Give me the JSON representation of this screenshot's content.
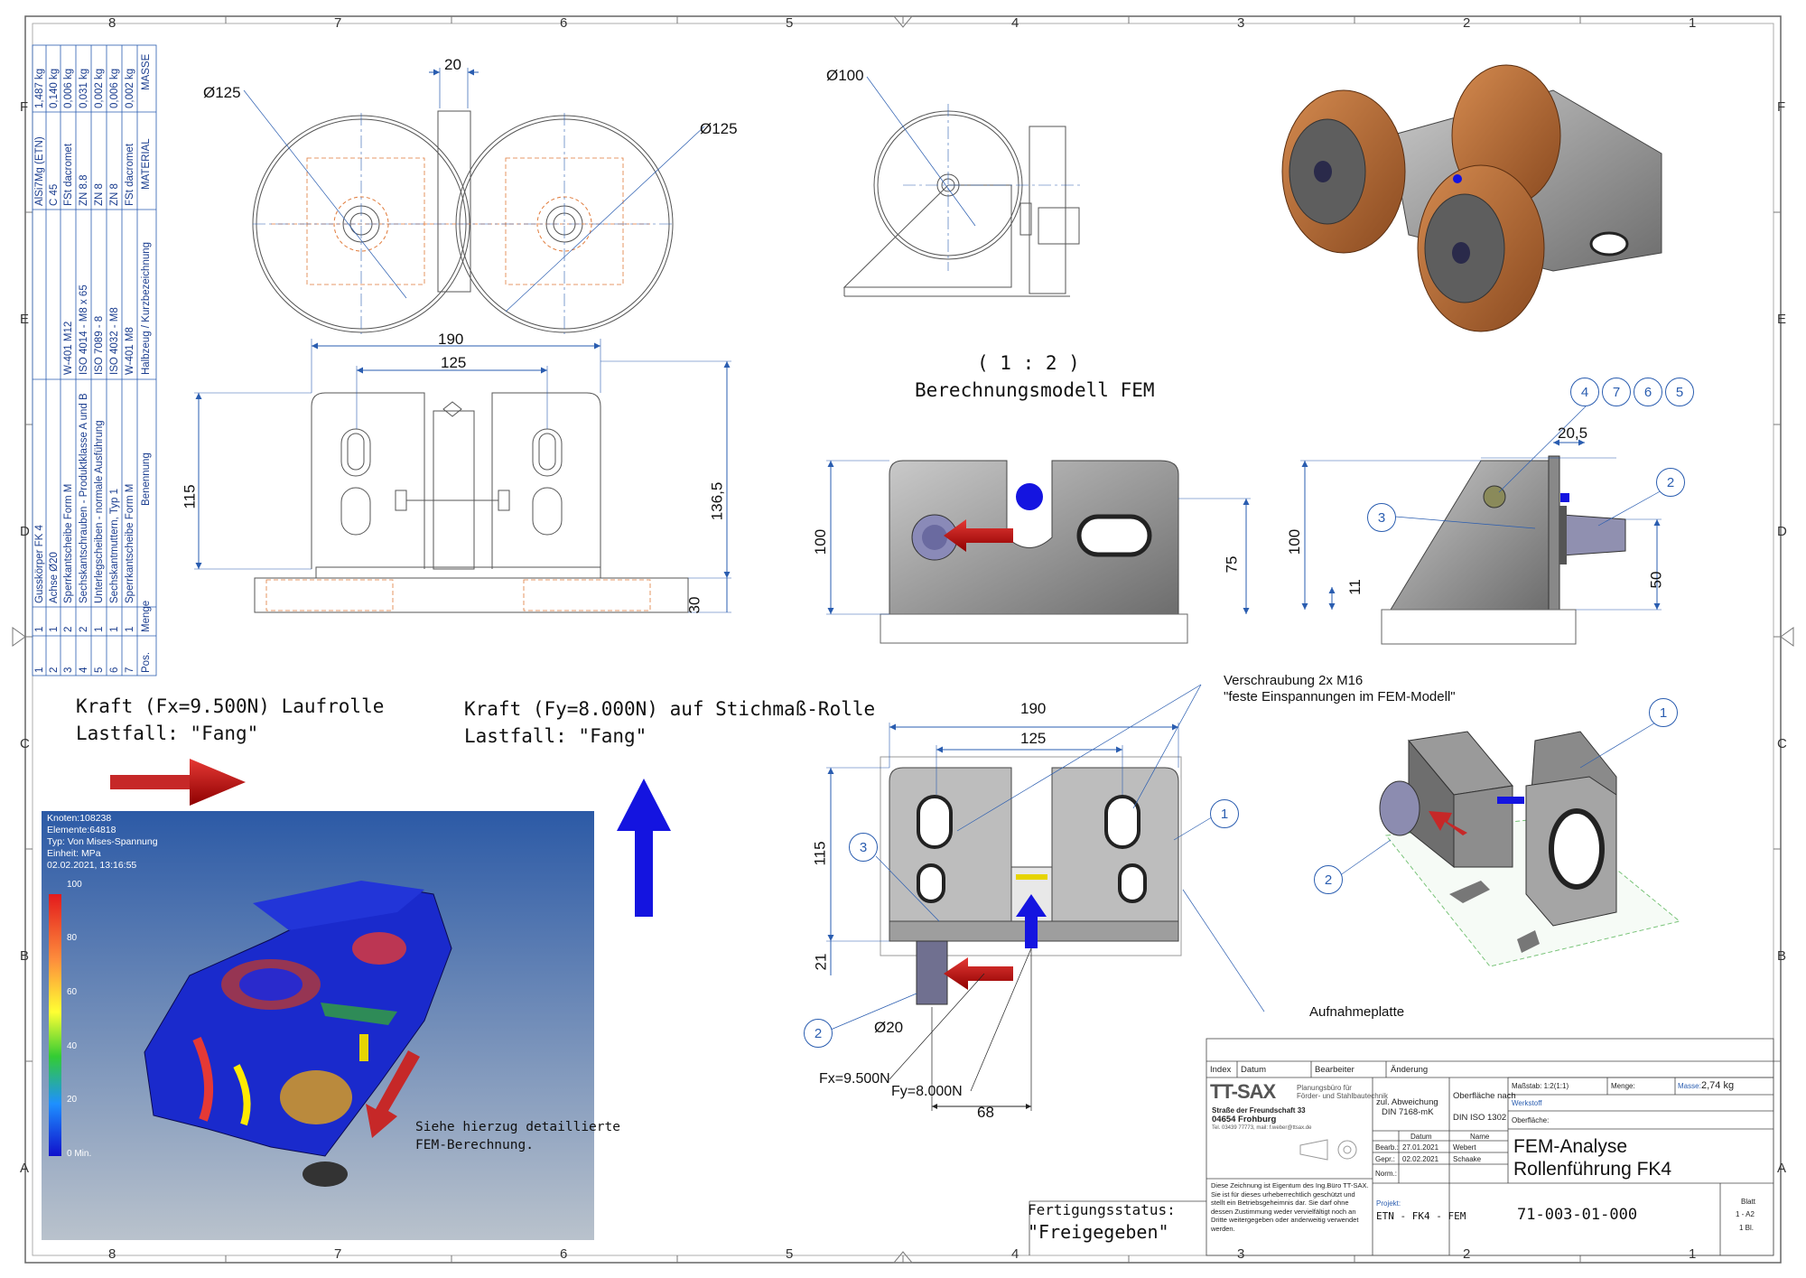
{
  "grid": {
    "cols": [
      "8",
      "7",
      "6",
      "5",
      "4",
      "3",
      "2",
      "1"
    ],
    "rows": [
      "F",
      "E",
      "D",
      "C",
      "B",
      "A"
    ]
  },
  "parts_list": {
    "rows": [
      {
        "pos": "1",
        "menge": "1",
        "benennung": "Gusskörper FK 4",
        "halbzeug": "",
        "material": "AlSi7Mg (ETN)",
        "masse": "1,487 kg"
      },
      {
        "pos": "2",
        "menge": "1",
        "benennung": "Achse Ø20",
        "halbzeug": "",
        "material": "C 45",
        "masse": "0,140 kg"
      },
      {
        "pos": "3",
        "menge": "2",
        "benennung": "Sperrkantscheibe Form M",
        "halbzeug": "W-401 M12",
        "material": "FSt dacromet",
        "masse": "0,006 kg"
      },
      {
        "pos": "4",
        "menge": "2",
        "benennung": "Sechskantschrauben - Produktklasse A und B",
        "halbzeug": "ISO 4014 - M8 x 65",
        "material": "ZN 8.8",
        "masse": "0,031 kg"
      },
      {
        "pos": "5",
        "menge": "1",
        "benennung": "Unterlegscheiben - normale Ausführung",
        "halbzeug": "ISO 7089 - 8",
        "material": "ZN 8",
        "masse": "0,002 kg"
      },
      {
        "pos": "6",
        "menge": "1",
        "benennung": "Sechskantmuttern, Typ 1",
        "halbzeug": "ISO 4032 - M8",
        "material": "ZN 8",
        "masse": "0,006 kg"
      },
      {
        "pos": "7",
        "menge": "1",
        "benennung": "Sperrkantscheibe Form M",
        "halbzeug": "W-401 M8",
        "material": "FSt dacromet",
        "masse": "0,002 kg"
      }
    ],
    "header": {
      "pos": "Pos.",
      "menge": "Menge",
      "benennung": "Benennung",
      "halbzeug": "Halbzeug / Kurzbezeichnung",
      "material": "MATERIAL",
      "masse": "MASSE"
    }
  },
  "dims": {
    "d125_left": "Ø125",
    "d125_right": "Ø125",
    "w20": "20",
    "d100": "Ø100",
    "w190_top": "190",
    "w125_top": "125",
    "h115_top": "115",
    "h136": "136,5",
    "h30": "30",
    "fem_h100": "100",
    "fem_h75": "75",
    "side_w205": "20,5",
    "side_h100": "100",
    "side_h11": "11",
    "side_h50": "50",
    "bot_w190": "190",
    "bot_w125": "125",
    "bot_h115": "115",
    "bot_h21": "21",
    "bot_d20": "Ø20",
    "bot_w68": "68",
    "fx": "Fx=9.500N",
    "fy": "Fy=8.000N"
  },
  "captions": {
    "scale": "( 1 : 2 )",
    "model": "Berechnungsmodell FEM",
    "force_x": "Kraft (Fx=9.500N) Laufrolle",
    "case_x": "Lastfall: \"Fang\"",
    "force_y": "Kraft (Fy=8.000N) auf Stichmaß-Rolle",
    "case_y": "Lastfall: \"Fang\"",
    "screw": "Verschraubung 2x M16",
    "screw_note": "\"feste Einspannungen im FEM-Modell\"",
    "plate": "Aufnahmeplatte",
    "see_fem": "Siehe hierzug detaillierte",
    "see_fem2": "FEM-Berechnung.",
    "status_label": "Fertigungsstatus:",
    "status_value": "\"Freigegeben\""
  },
  "fem": {
    "nodes": "Knoten:108238",
    "elements": "Elemente:64818",
    "type": "Typ: Von Mises-Spannung",
    "unit": "Einheit: MPa",
    "date": "02.02.2021, 13:16:55",
    "scale_labels": [
      "100",
      "80",
      "60",
      "40",
      "20",
      "0 Min."
    ]
  },
  "balloons": {
    "b1a": "1",
    "b1b": "1",
    "b2a": "2",
    "b2b": "2",
    "b2c": "2",
    "b3a": "3",
    "b3b": "3",
    "b4": "4",
    "b7": "7",
    "b6": "6",
    "b5": "5"
  },
  "title_block": {
    "h_index": "Index",
    "h_datum": "Datum",
    "h_bearbeiter": "Bearbeiter",
    "h_aenderung": "Änderung",
    "company": "TT-SAX",
    "company_sub1": "Planungsbüro für",
    "company_sub2": "Förder- und Stahlbautechnik",
    "street": "Straße der Freundschaft 33",
    "city": "04654 Frohburg",
    "contact": "Tel. 03439 77773, mail: f.weber@ttsax.de",
    "tol_label": "zul. Abweichung",
    "tol_value": "DIN 7168-mK",
    "surf_label": "Oberfläche nach",
    "surf_value": "DIN ISO 1302",
    "scale_label": "Maßstab: 1:2(1:1)",
    "menge_label": "Menge:",
    "masse_label": "Masse:",
    "masse_value": "2,74 kg",
    "werkstoff": "Werkstoff",
    "oberflaeche": "Oberfläche:",
    "col_datum": "Datum",
    "col_name": "Name",
    "bearb": "Bearb.:",
    "bearb_date": "27.01.2021",
    "bearb_name": "Webert",
    "gepr": "Gepr.:",
    "gepr_date": "02.02.2021",
    "gepr_name": "Schaake",
    "norm": "Norm.:",
    "title1": "FEM-Analyse",
    "title2": "Rollenführung FK4",
    "legal": "Diese Zeichnung ist Eigentum des Ing.Büro TT-SAX. Sie ist für dieses urheberrechtlich geschützt und stellt ein Betriebsgeheimnis dar. Sie darf ohne dessen Zustimmung weder vervielfältigt noch an Dritte weitergegeben oder anderweitig verwendet werden.",
    "projekt_label": "Projekt:",
    "projekt": "ETN - FK4 - FEM",
    "drawing_no": "71-003-01-000",
    "blatt_label": "Blatt",
    "blatt": "1 - A2",
    "bl": "1 Bl."
  },
  "colors": {
    "line": "#444444",
    "dim_blue": "#2a5db0",
    "wheel": "#b86a35",
    "red": "#c62828",
    "arrow_blue": "#1414e0"
  }
}
